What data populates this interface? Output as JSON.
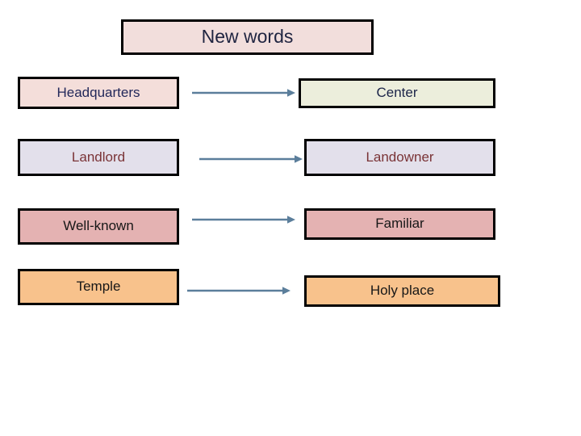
{
  "slide": {
    "background_color": "#FFFFFF",
    "title": {
      "text": "New words",
      "fill": "#F2DEDC",
      "text_color": "#1F2440",
      "border_color": "#000000"
    },
    "connector_color": "#5B7E9B",
    "rows": [
      {
        "left": {
          "text": "Headquarters",
          "fill": "#F4DEDA",
          "text_color": "#22285A",
          "border_color": "#000000"
        },
        "right": {
          "text": "Center",
          "fill": "#ECEEDC",
          "text_color": "#1B2448",
          "border_color": "#000000"
        },
        "arrow_label": "arrow-right"
      },
      {
        "left": {
          "text": "Landlord",
          "fill": "#E3E0EB",
          "text_color": "#7A3336",
          "border_color": "#000000"
        },
        "right": {
          "text": "Landowner",
          "fill": "#E3E0EB",
          "text_color": "#7A3336",
          "border_color": "#000000"
        },
        "arrow_label": "arrow-right"
      },
      {
        "left": {
          "text": "Well-known",
          "fill": "#E4B2B2",
          "text_color": "#171717",
          "border_color": "#000000"
        },
        "right": {
          "text": "Familiar",
          "fill": "#E4B2B2",
          "text_color": "#171717",
          "border_color": "#000000"
        },
        "arrow_label": "arrow-right"
      },
      {
        "left": {
          "text": "Temple",
          "fill": "#F8C28C",
          "text_color": "#171717",
          "border_color": "#000000"
        },
        "right": {
          "text": "Holy place",
          "fill": "#F8C28C",
          "text_color": "#171717",
          "border_color": "#000000"
        },
        "arrow_label": "arrow-right"
      }
    ]
  }
}
